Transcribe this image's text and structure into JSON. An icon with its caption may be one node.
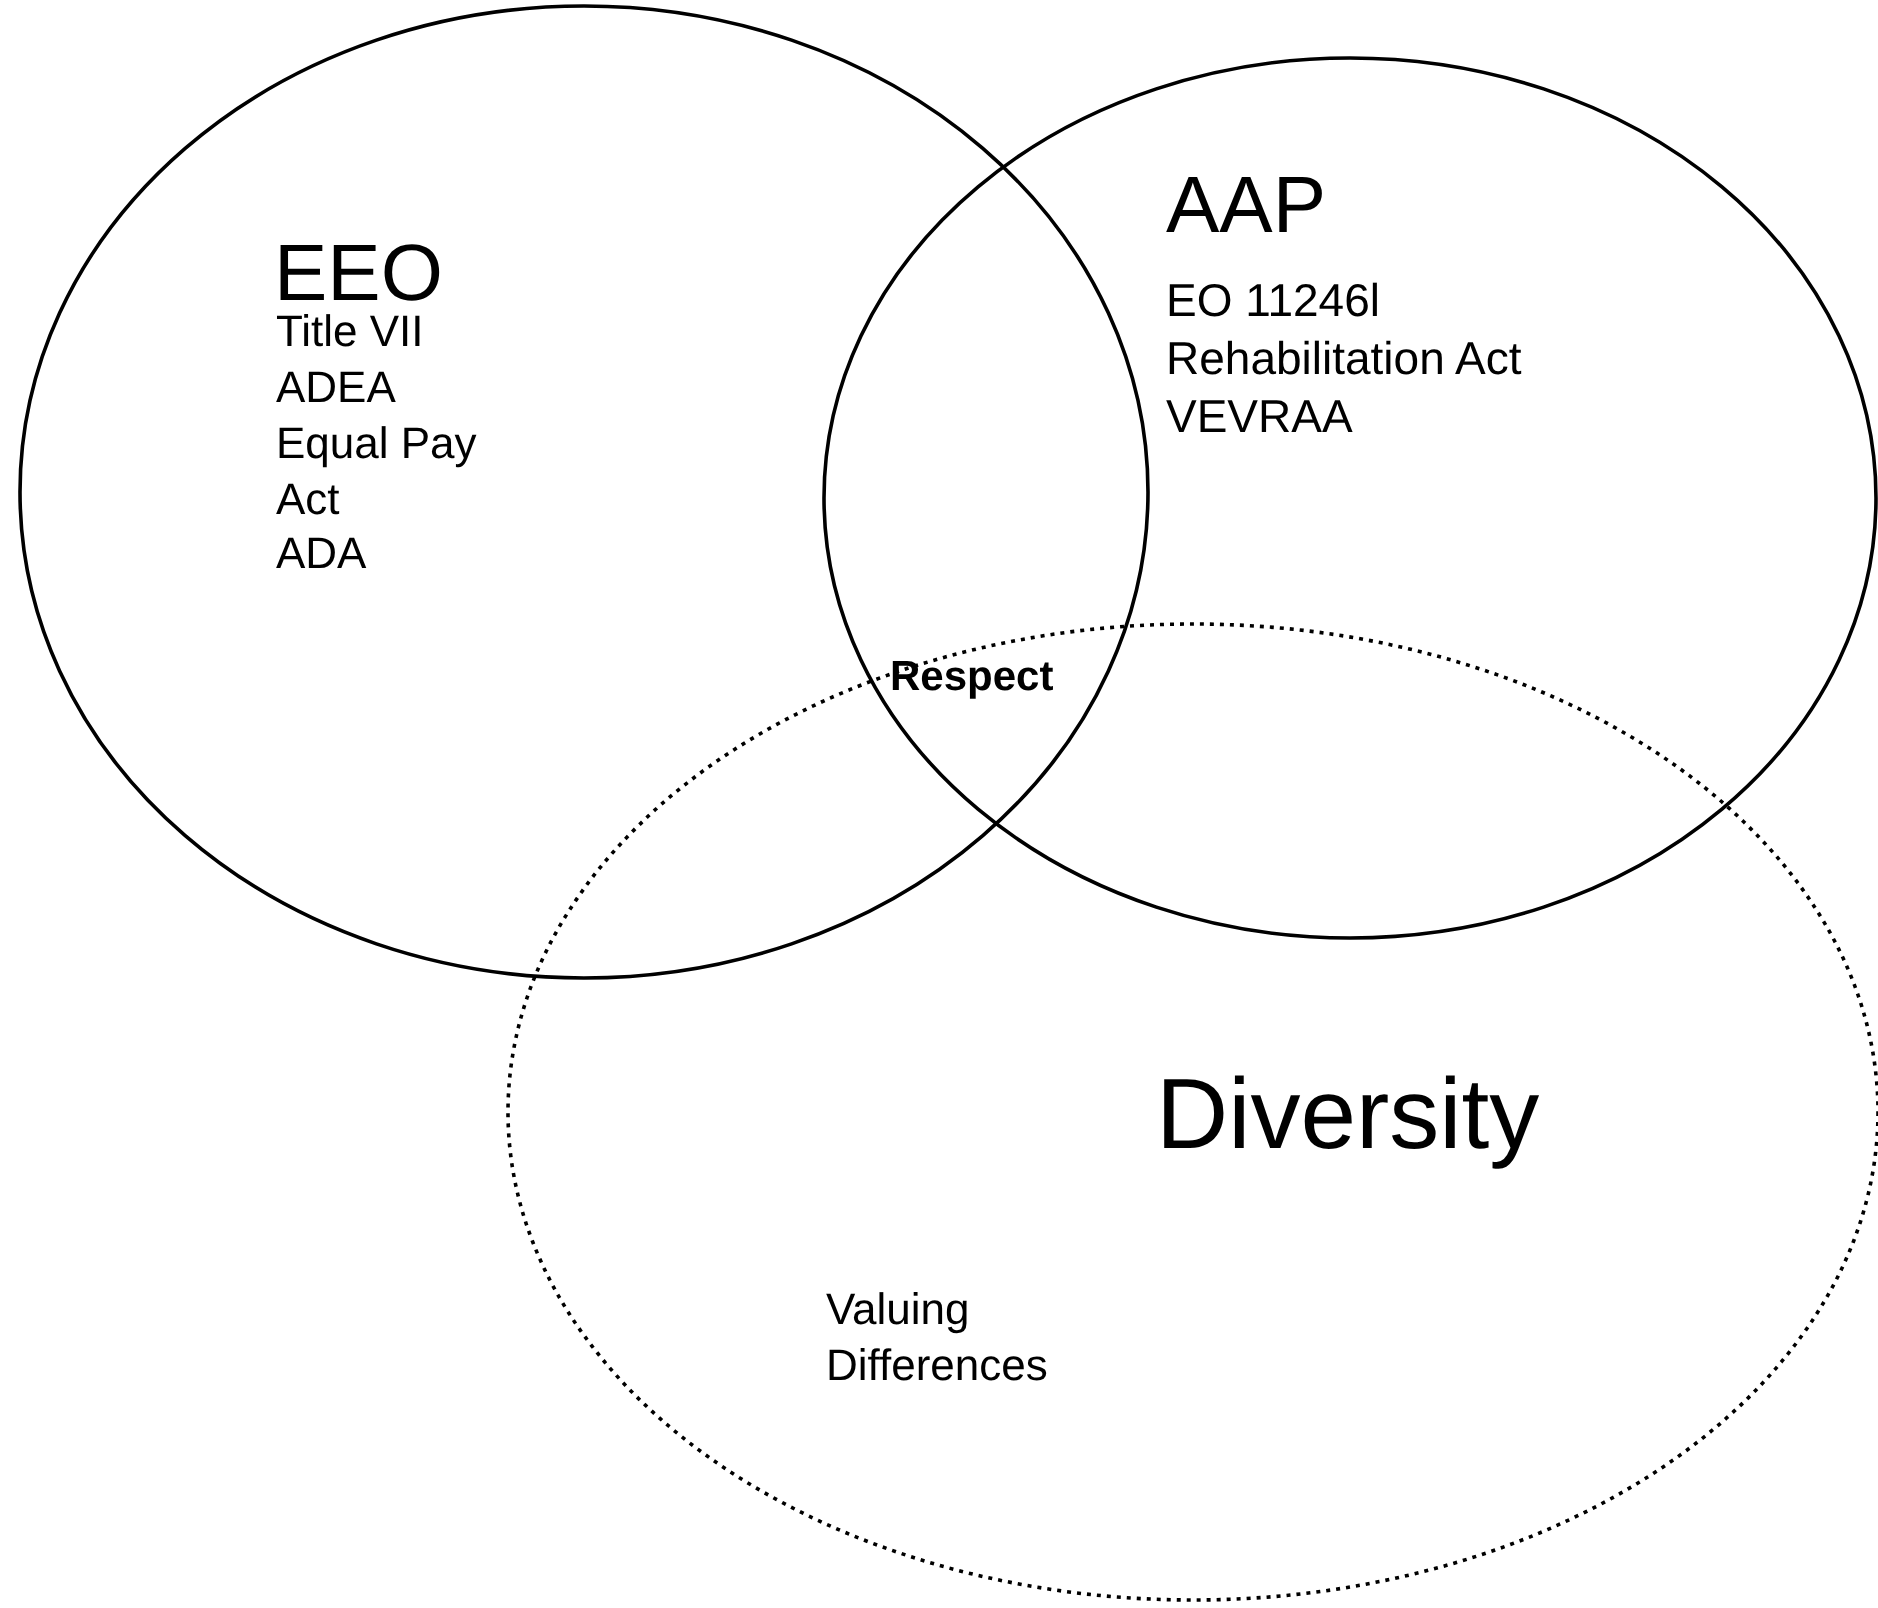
{
  "diagram": {
    "nodes": [
      {
        "text": [
          "EEO",
          "Title VII",
          "ADEA",
          "Equal Pay Act",
          "ADA"
        ]
      },
      {
        "text": [
          "AAP",
          "EO 11246l",
          "Rehabilitation Act",
          "VEVRAA"
        ]
      },
      {
        "text": [
          "Diversity",
          "Valuing Differences"
        ]
      }
    ],
    "edges": [],
    "labels": [
      "Respect"
    ]
  }
}
